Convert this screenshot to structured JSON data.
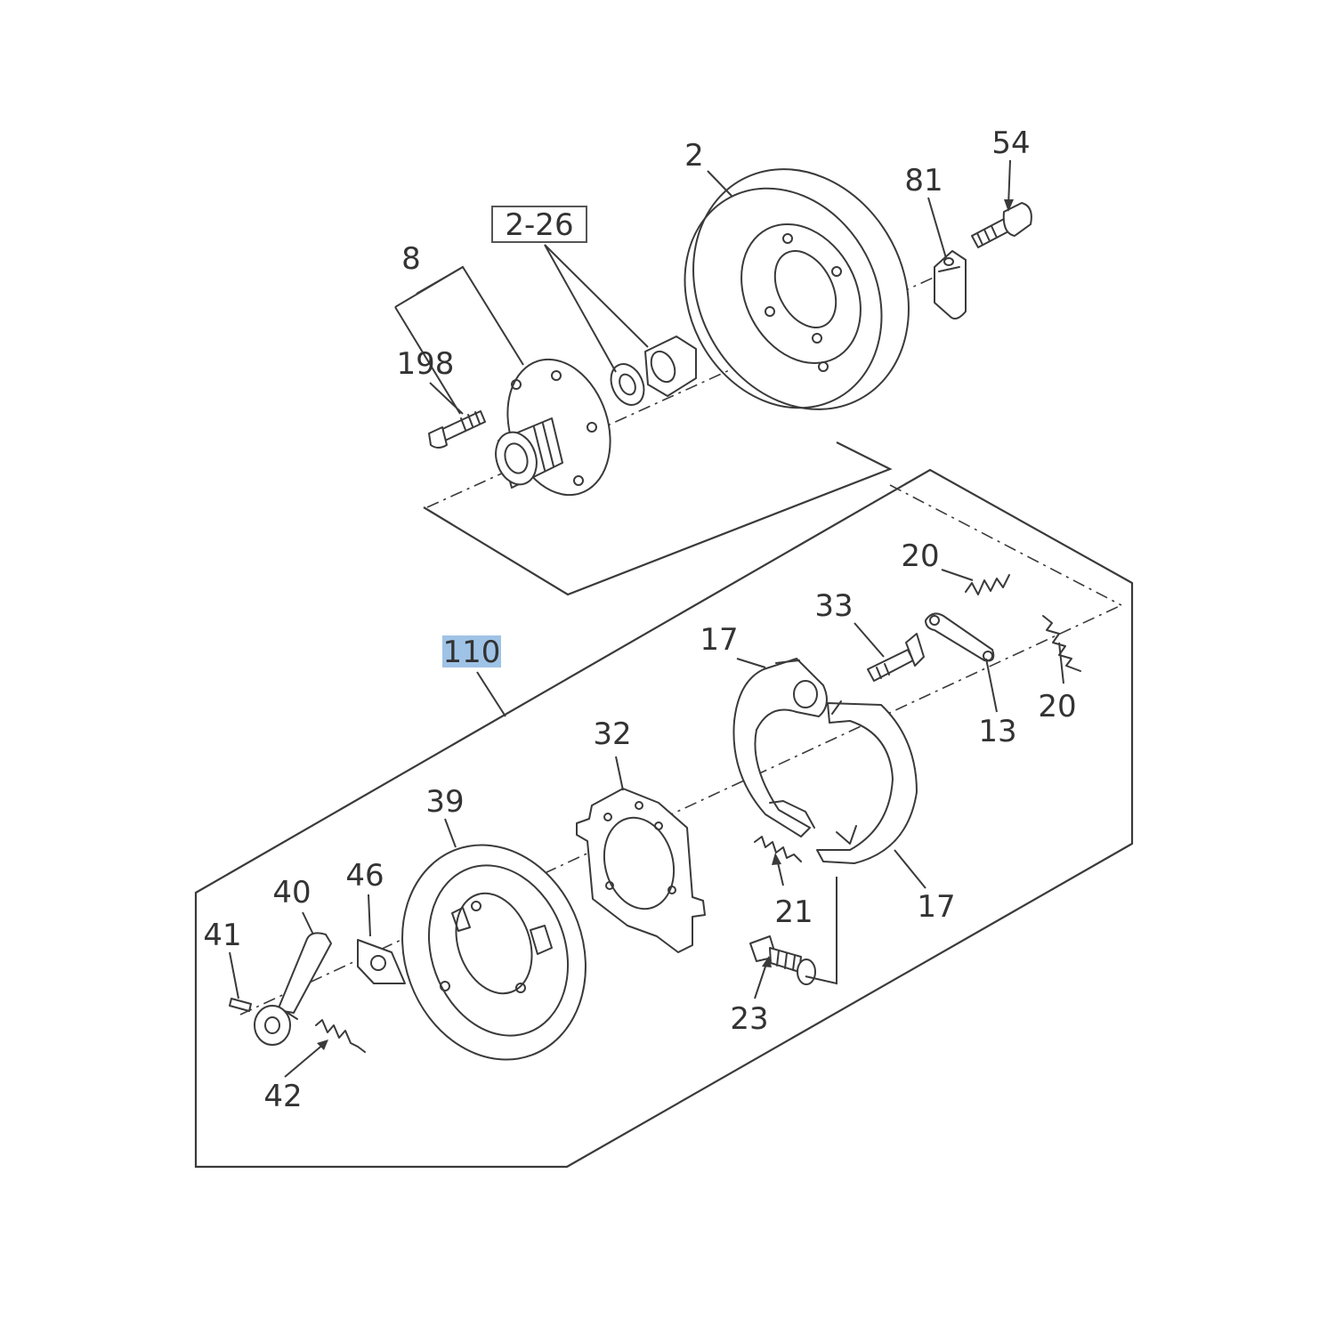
{
  "diagram": {
    "background": "#ffffff",
    "line_color": "#3a3a3a",
    "highlight_color": "#9fc3e6",
    "callouts": {
      "c2": "2",
      "c54": "54",
      "c81": "81",
      "c2_26": "2-26",
      "c8": "8",
      "c198": "198",
      "c110": "110",
      "c20a": "20",
      "c33": "33",
      "c17a": "17",
      "c20b": "20",
      "c13": "13",
      "c32": "32",
      "c39": "39",
      "c40": "40",
      "c46": "46",
      "c41": "41",
      "c21": "21",
      "c17b": "17",
      "c23": "23",
      "c42": "42"
    },
    "highlighted_callout": "110"
  }
}
